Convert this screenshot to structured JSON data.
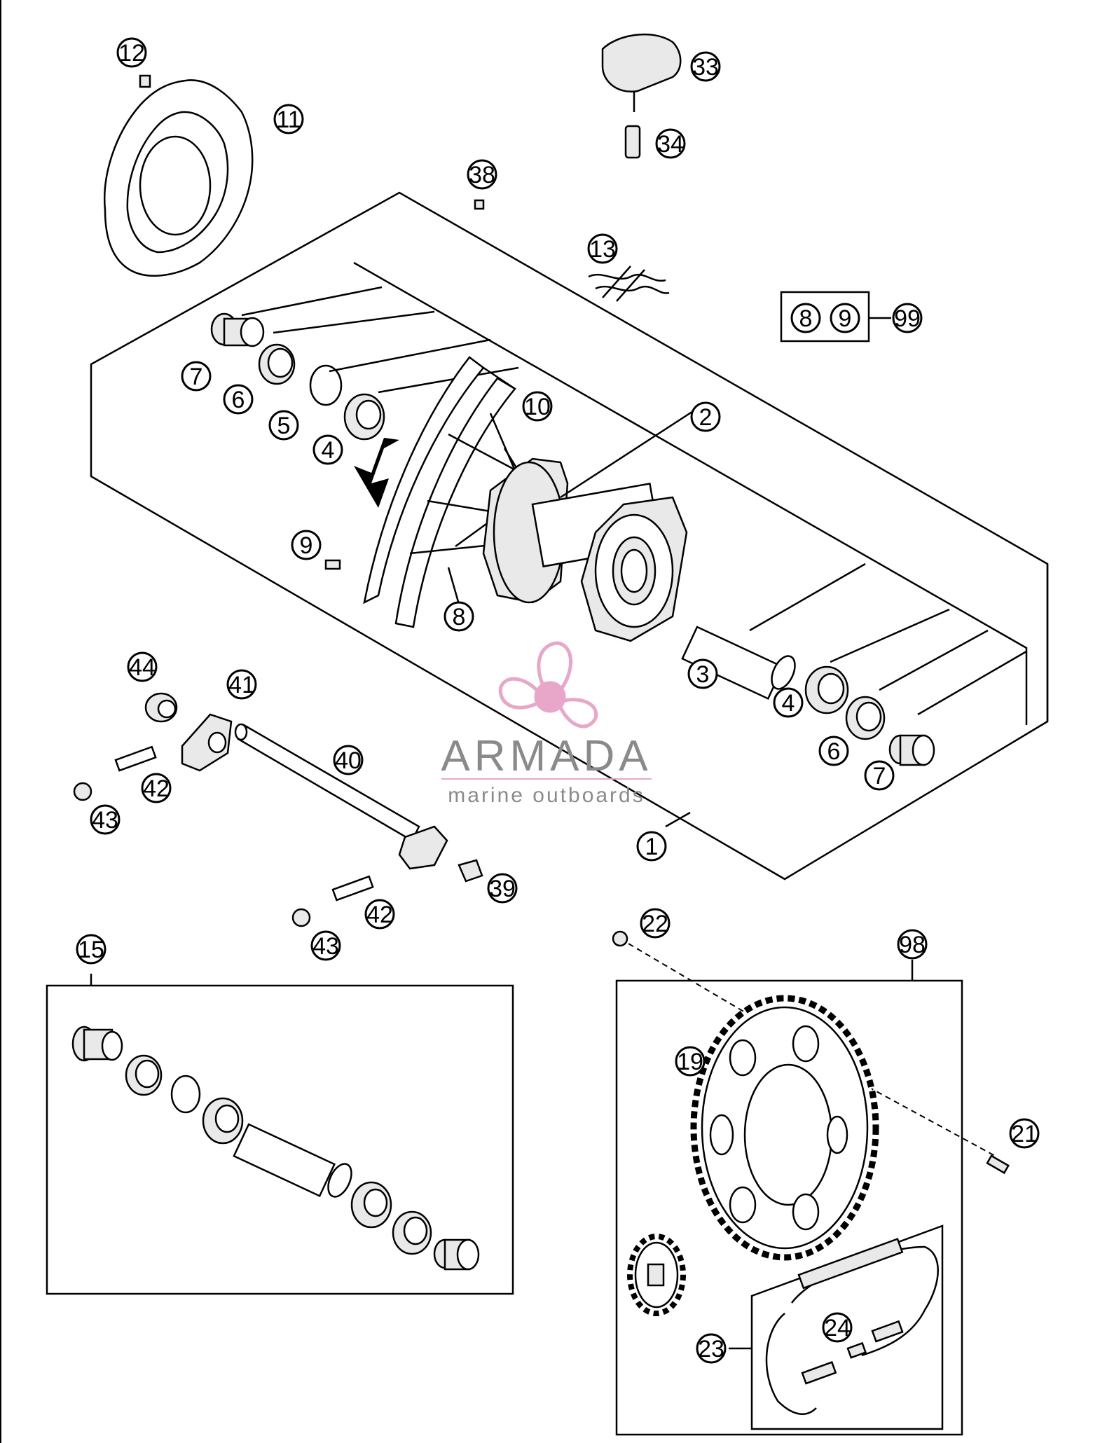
{
  "callouts": {
    "c12": "12",
    "c11": "11",
    "c33": "33",
    "c34": "34",
    "c38": "38",
    "c13": "13",
    "c99_8": "8",
    "c99_9": "9",
    "c99": "99",
    "c7a": "7",
    "c6a": "6",
    "c5": "5",
    "c4a": "4",
    "c10": "10",
    "c2": "2",
    "c9": "9",
    "c8": "8",
    "c3": "3",
    "c4b": "4",
    "c6b": "6",
    "c7b": "7",
    "c1": "1",
    "c44": "44",
    "c41": "41",
    "c40": "40",
    "c42a": "42",
    "c43a": "43",
    "c39": "39",
    "c42b": "42",
    "c43b": "43",
    "c15": "15",
    "c22": "22",
    "c98": "98",
    "c19": "19",
    "c21": "21",
    "c24": "24",
    "c23": "23"
  },
  "watermark": {
    "brand": "ARMADA",
    "tagline": "marine outboards",
    "color": "#e8a6c8"
  }
}
